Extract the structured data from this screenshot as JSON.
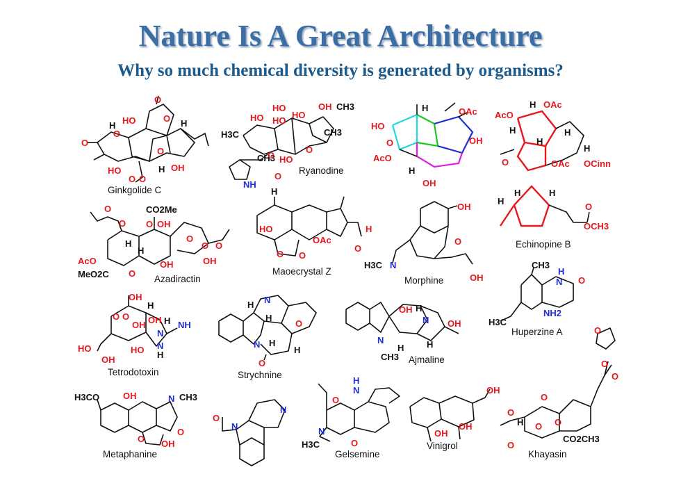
{
  "header": {
    "title": "Nature Is A Great Architecture",
    "subtitle": "Why so much chemical diversity is generated by organisms?"
  },
  "compounds": [
    "Ginkgolide C",
    "Ryanodine",
    "Echinopine B",
    "Azadiractin",
    "Maoecrystal Z",
    "Morphine",
    "Huperzine A",
    "Tetrodotoxin",
    "Strychnine",
    "Ajmaline",
    "Metaphanine",
    "Gelsemine",
    "Vinigrol",
    "Khayasin"
  ],
  "atoms": {
    "O": "O",
    "OH": "OH",
    "HO": "HO",
    "H": "H",
    "N": "N",
    "NH": "NH",
    "OAc": "OAc",
    "AcO": "AcO",
    "CO2Me": "CO2Me",
    "MeO2C": "MeO2C",
    "CH3": "CH3",
    "H3C": "H3C",
    "NH2": "NH2",
    "OCinn": "OCinn",
    "H3CO": "H3CO",
    "CO2CH3": "CO2CH3",
    "OCH3": "OCH3",
    "H3CN": "H3C–N"
  },
  "colors": {
    "title": "#3c6ea6",
    "subtitle": "#1a5a8c",
    "oxygen": "#e8171d",
    "nitrogen": "#1f2fd6",
    "ring_cyan": "#1fd6e0",
    "ring_green": "#1fc81f",
    "ring_blue": "#1f2fd6",
    "ring_magenta": "#e01fe0"
  }
}
